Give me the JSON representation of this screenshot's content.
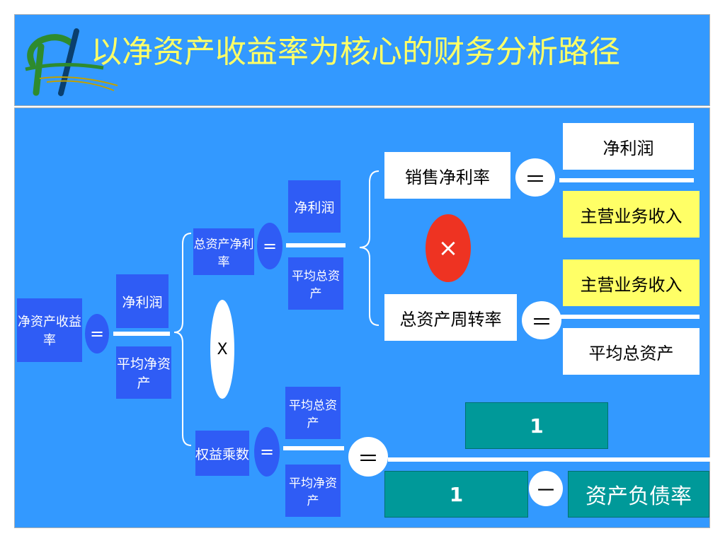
{
  "title": "以净资产收益率为核心的财务分析路径",
  "logo": {
    "name": "logo-mark"
  },
  "nodes": {
    "roe": "净资产收益率",
    "net_profit_a": "净利润",
    "avg_net_assets_a": "平均净资产",
    "roa": "总资产净利率",
    "equity_multiplier": "权益乘数",
    "net_profit_b": "净利润",
    "avg_total_assets_b": "平均总资产",
    "avg_total_assets_c": "平均总资产",
    "avg_net_assets_c": "平均净资产",
    "sales_margin": "销售净利率",
    "asset_turnover": "总资产周转率",
    "net_profit_c": "净利润",
    "revenue_a": "主营业务收入",
    "revenue_b": "主营业务收入",
    "avg_total_assets_d": "平均总资产",
    "one_top": "1",
    "one_bottom": "1",
    "debt_ratio": "资产负债率"
  },
  "operators": {
    "equals": "=",
    "equals_full": "＝",
    "times": "×",
    "times_oval": "X",
    "minus": "－"
  },
  "colors": {
    "panel": "#3399ff",
    "node_blue": "#2f5cf5",
    "title_yellow": "#ffff66",
    "highlight_yellow": "#ffff66",
    "teal": "#009999",
    "red": "#ee3322"
  }
}
